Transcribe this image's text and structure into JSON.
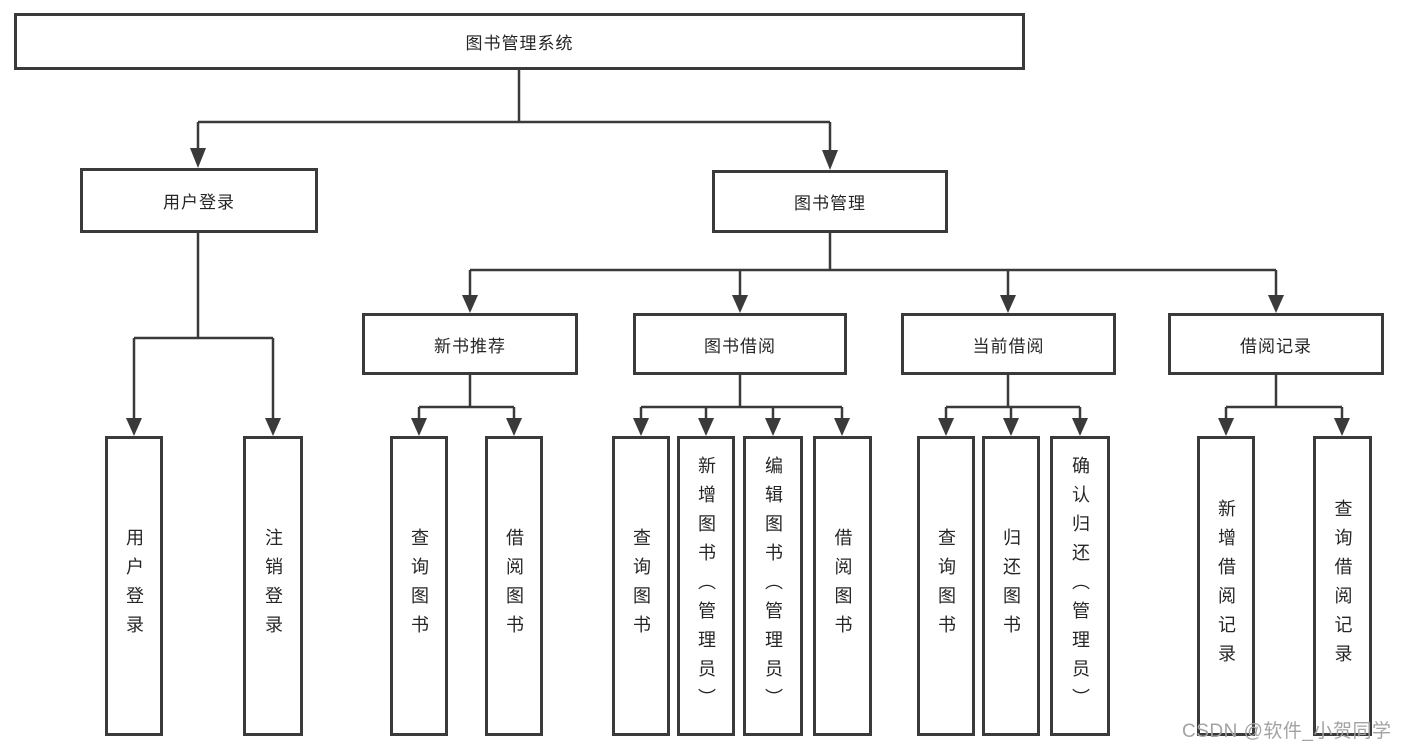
{
  "tree": {
    "root": {
      "label": "图书管理系统"
    },
    "branches": [
      {
        "label": "用户登录",
        "leaves": [
          "用户登录",
          "注销登录"
        ]
      },
      {
        "label": "图书管理",
        "groups": [
          {
            "label": "新书推荐",
            "leaves": [
              "查询图书",
              "借阅图书"
            ]
          },
          {
            "label": "图书借阅",
            "leaves": [
              "查询图书",
              "新增图书（管理员）",
              "编辑图书（管理员）",
              "借阅图书"
            ]
          },
          {
            "label": "当前借阅",
            "leaves": [
              "查询图书",
              "归还图书",
              "确认归还（管理员）"
            ]
          },
          {
            "label": "借阅记录",
            "leaves": [
              "新增借阅记录",
              "查询借阅记录"
            ]
          }
        ]
      }
    ]
  },
  "watermark": "CSDN @软件_小贺同学",
  "colors": {
    "line": "#3a3a3a",
    "box_border": "#3a3a3a",
    "text": "#262626",
    "watermark": "#a3a3a3",
    "background": "#ffffff"
  }
}
